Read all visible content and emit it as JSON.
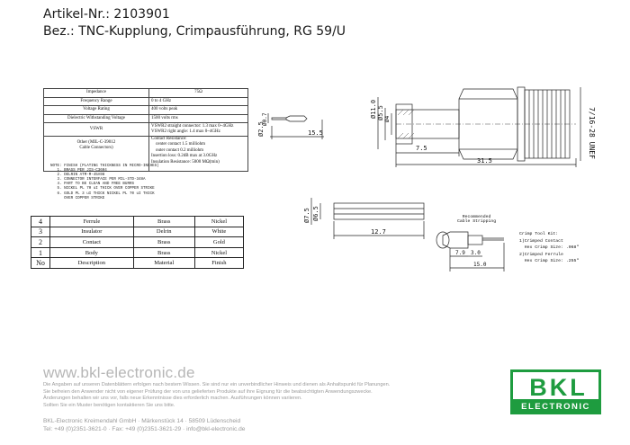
{
  "header": {
    "article": "Artikel-Nr.: 2103901",
    "description": "Bez.: TNC-Kupplung, Crimpausführung, RG 59/U"
  },
  "spec_table": [
    [
      "Impedance",
      "75Ω"
    ],
    [
      "Frequency Range",
      "0 to 4 GHz"
    ],
    [
      "Voltage Rating",
      "400 volts peak"
    ],
    [
      "Dielectric Withstanding Voltage",
      "1500 volts rms"
    ],
    [
      "VSWR",
      "VSWR2 straight connector: 1.3 max 0~4GHz\nVSWR2 right angle: 1.4 max 0~4GHz"
    ],
    [
      "Other (MIL-C-39012\nCable Connectors)",
      "Contact Resistance:\n    center contact 1.5 milliohm\n    outer contact 0.2 milliohm\nInsertion loss: 0.2dB max at 3.0GHz\nInsulation Resistance: 5000 MΩ(min)"
    ]
  ],
  "notes": "NOTE: FINISH (PLATING THICKNESS IN MICRO-INCHES)\n   1. BRASS PER JIS-C3604\n   2. DELRIN ATM-M-45A98\n   3. CONNECTOR INTERFACE PER MIL-STD-348A\n   4. PART TO BE CLEAN AND FREE BURRS\n   5. NICKEL PL 70 uI THICK OVER COPPER STRIKE\n   6. GOLD PL 3 uI THICK NICKEL PL 70 uI THICK\n      OVER COPPER STRIKE",
  "parts_table": {
    "rows": [
      {
        "no": "4",
        "description": "Ferrule",
        "material": "Brass",
        "finish": "Nickel"
      },
      {
        "no": "3",
        "description": "Insulator",
        "material": "Delrin",
        "finish": "White"
      },
      {
        "no": "2",
        "description": "Contact",
        "material": "Brass",
        "finish": "Gold"
      },
      {
        "no": "1",
        "description": "Body",
        "material": "Brass",
        "finish": "Nickel"
      }
    ],
    "header": {
      "no": "No",
      "description": "Description",
      "material": "Material",
      "finish": "Finish"
    }
  },
  "dimensions": {
    "contact_d1": "Ø2.5",
    "contact_d2": "Ø0.7",
    "contact_len": "15.5",
    "body_d1": "Ø11.0",
    "body_d2": "Ø5.5",
    "body_d3": "Ø4",
    "body_thread": "7/16-28 UNEF",
    "body_len1": "7.5",
    "body_len2": "31.5",
    "ferrule_d1": "Ø7.5",
    "ferrule_d2": "Ø6.5",
    "ferrule_len": "12.7",
    "strip_title": "Recommended\nCable Stripping",
    "strip_a": "7.9",
    "strip_b": "3.0",
    "strip_c": "15.0",
    "crimp_info": "Crimp Tool Kit:\n1)Crimped Contact\n  Hex Crimp Size: .068\"\n2)Crimped Ferrule\n  Hex Crimp Size: .255\""
  },
  "footer": {
    "website": "www.bkl-electronic.de",
    "disclaimer": "Die Angaben auf unseren Datenblättern erfolgen nach bestem Wissen. Sie sind nur ein unverbindlicher Hinweis und dienen als Anhaltspunkt für Planungen.\nSie befreien den Anwender nicht von eigener Prüfung der von uns gelieferten Produkte auf ihre Eignung für die beabsichtigten Anwendungszwecke.\nÄnderungen behalten wir uns vor, falls neue Erkenntnisse dies erforderlich machen. Ausführungen können variieren.\nSollten Sie ein Muster benötigen kontaktieren Sie uns bitte.",
    "address": "BKL-Electronic Kreimendahl GmbH · Märkenstück 14 · 58509 Lüdenscheid\nTel: +49 (0)2351-3621-0 · Fax: +49 (0)2351-3621-29 · info@bkl-electronic.de",
    "logo_top": "BKL",
    "logo_bottom": "ELECTRONIC"
  },
  "colors": {
    "logo_green": "#1e9c3f"
  }
}
